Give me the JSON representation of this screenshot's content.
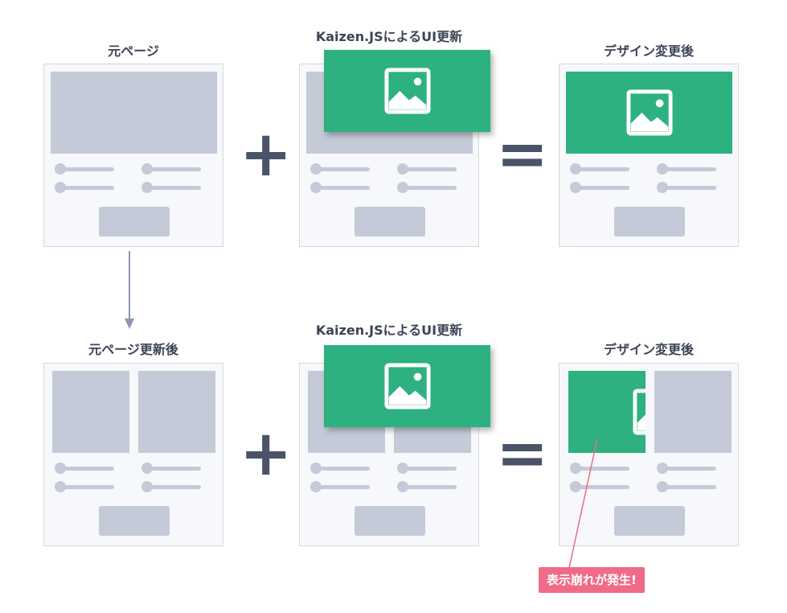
{
  "labels": {
    "original_page": "元ページ",
    "kaizen_ui_top": "Kaizen.JSによるUI更新",
    "after_design_top": "デザイン変更後",
    "original_page_updated": "元ページ更新後",
    "kaizen_ui_bottom": "Kaizen.JSによるUI更新",
    "after_design_bottom": "デザイン変更後"
  },
  "operators": {
    "plus": "+",
    "equals": "="
  },
  "callout": {
    "text": "表示崩れが発生!"
  },
  "colors": {
    "green": "#2db180",
    "placeholder": "#c5cad9",
    "arrow": "#8c96b3",
    "callout": "#f06b88"
  },
  "icons": {
    "image_placeholder": "image-icon"
  }
}
